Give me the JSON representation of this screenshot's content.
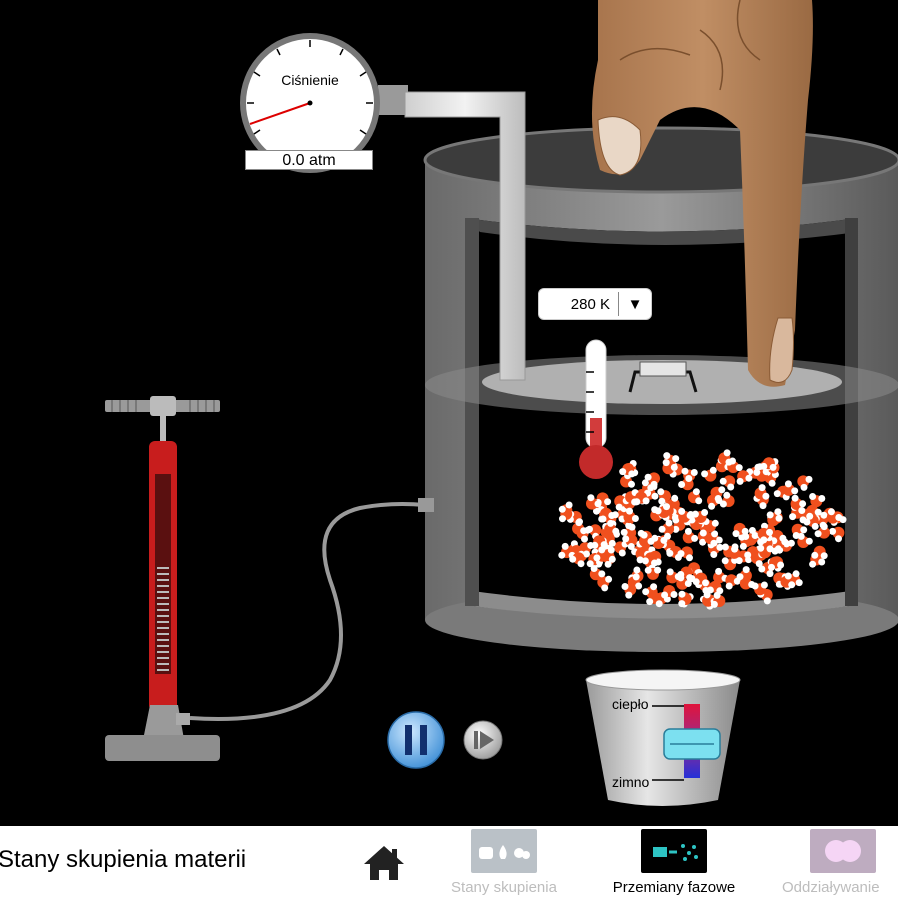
{
  "gauge": {
    "title": "Ciśnienie",
    "readout": "0.0 atm"
  },
  "thermometer": {
    "value": "280 K",
    "dropdown_arrow": "▼"
  },
  "heat_cool": {
    "heat_label": "ciepło",
    "cool_label": "zimno"
  },
  "playback": {
    "pause_icon": "pause-icon",
    "step_icon": "step-forward-icon"
  },
  "nav": {
    "title": "Stany skupienia materii",
    "home_icon": "home-icon",
    "tabs": [
      {
        "label": "Stany skupienia",
        "selected": false
      },
      {
        "label": "Przemiany fazowe",
        "selected": true
      },
      {
        "label": "Oddziaływanie",
        "selected": false
      }
    ]
  },
  "colors": {
    "molecule_oxygen": "#f0501e",
    "molecule_hydrogen": "#ffffff",
    "pump_body": "#cc1f1f",
    "pause_button": "#6fb6f0"
  }
}
